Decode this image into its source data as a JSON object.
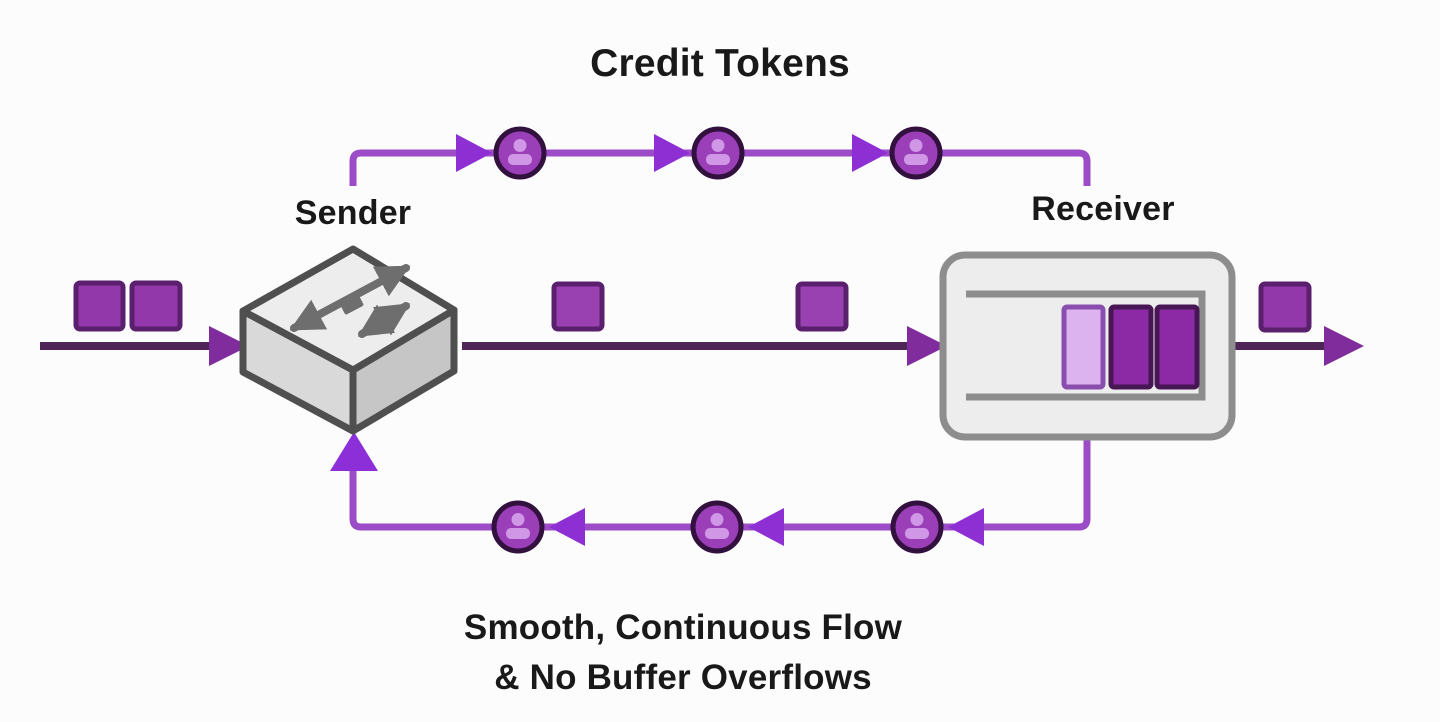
{
  "title": "Credit Tokens",
  "nodes": {
    "sender": {
      "label": "Sender",
      "icon": "network-switch-icon"
    },
    "receiver": {
      "label": "Receiver",
      "icon": "buffer-queue-icon",
      "buffer_blocks": [
        {
          "state": "arriving",
          "fill": "#dcb2ef"
        },
        {
          "state": "queued",
          "fill": "#8c2aa6"
        },
        {
          "state": "queued",
          "fill": "#8c2aa6"
        }
      ]
    }
  },
  "caption": {
    "line1": "Smooth, Continuous Flow",
    "line2": "& No Buffer Overflows"
  },
  "flows": {
    "data_flow": {
      "direction": "left-to-right",
      "packet_count": 5
    },
    "credit_path_top": {
      "direction": "sender-to-receiver",
      "token_count": 3,
      "token_icon": "person-icon"
    },
    "credit_path_bottom": {
      "direction": "receiver-to-sender",
      "token_count": 3,
      "token_icon": "person-icon"
    }
  },
  "colors": {
    "background": "#fcfcfd",
    "text": "#191919",
    "main_line": "#4f2459",
    "main_arrow": "#802c9c",
    "credit_line": "#9b4cc6",
    "credit_arrow": "#8d2fd3",
    "token_fill": "#9a3fb8",
    "token_ring": "#32113e",
    "token_person": "#cf97e6",
    "packet_fill": "#9238aa",
    "packet_border": "#5a1f6d",
    "receiver_fill": "#ededed",
    "receiver_border": "#8d8d8d",
    "buffer_dark": "#8c2aa6",
    "buffer_light": "#dcb2ef",
    "switch_top": "#ededed",
    "switch_side_left": "#d9d9d9",
    "switch_side_right": "#c6c6c6",
    "switch_outline": "#4f4f4f",
    "switch_arrows": "#6e6e6e"
  }
}
